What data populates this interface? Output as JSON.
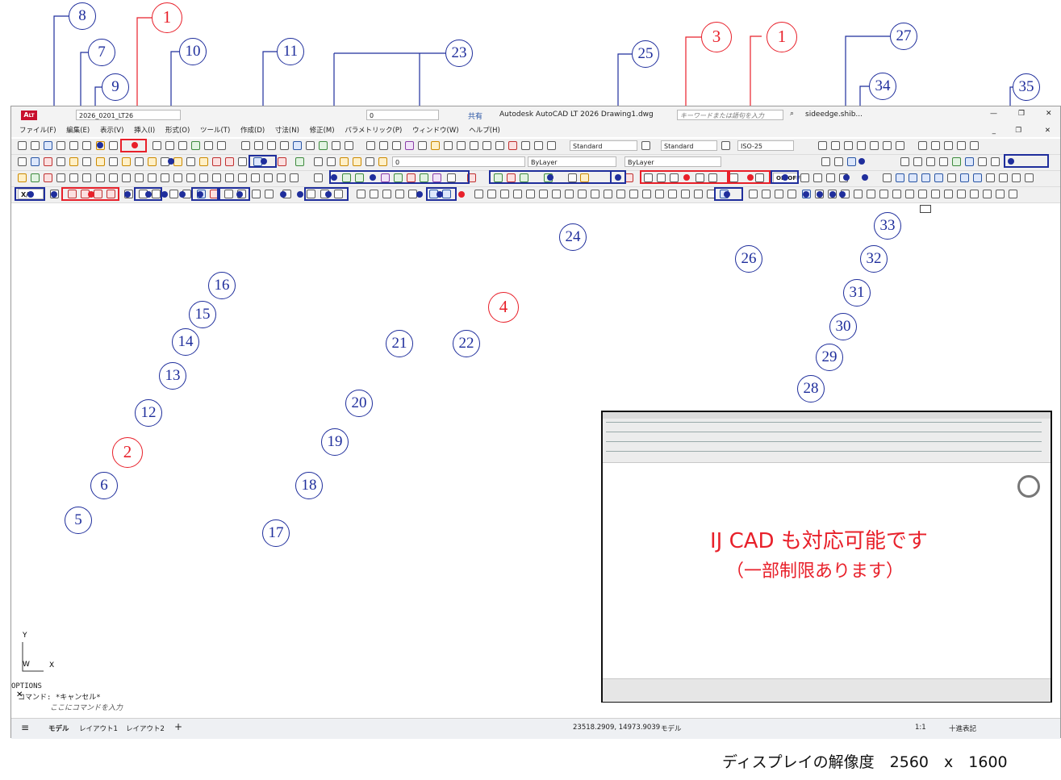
{
  "titlebar": {
    "app_badge": "A",
    "badge_sub": "LT",
    "file_combo": "2026_0201_LT26",
    "layer_value": "0",
    "share_label": "共有",
    "title": "Autodesk AutoCAD LT 2026   Drawing1.dwg",
    "search_placeholder": "キーワードまたは語句を入力",
    "user": "sideedge.shib...",
    "minimize": "—",
    "restore": "❐",
    "close": "✕",
    "doc_minimize": "_",
    "doc_restore": "❐",
    "doc_close": "✕"
  },
  "menus": [
    "ファイル(F)",
    "編集(E)",
    "表示(V)",
    "挿入(I)",
    "形式(O)",
    "ツール(T)",
    "作成(D)",
    "寸法(N)",
    "修正(M)",
    "パラメトリック(P)",
    "ウィンドウ(W)",
    "ヘルプ(H)"
  ],
  "toolbar1": {
    "text_style": "Standard",
    "dim_style": "Standard",
    "dim_scale": "ISO-25"
  },
  "toolbar2": {
    "layer": "0",
    "color": "ByLayer",
    "linetype": "ByLayer"
  },
  "toolbar3": {
    "onoff": "ON/OFF"
  },
  "toolbar4": {
    "xy": "X/Y"
  },
  "ucs": {
    "y": "Y",
    "w": "W",
    "x": "X"
  },
  "command": {
    "history1": "OPTIONS",
    "history2": "コマンド: *キャンセル*",
    "prompt": "ここにコマンドを入力"
  },
  "tabs": [
    "モデル",
    "レイアウト1",
    "レイアウト2"
  ],
  "tab_add": "+",
  "status": {
    "coords": "23518.2909, 14973.9039",
    "space": "モデル",
    "scale": "1:1",
    "decimal": "十進表記"
  },
  "callouts_blue": [
    "5",
    "6",
    "7",
    "8",
    "9",
    "10",
    "11",
    "12",
    "13",
    "14",
    "15",
    "16",
    "17",
    "18",
    "19",
    "20",
    "21",
    "22",
    "23",
    "24",
    "25",
    "26",
    "27",
    "28",
    "29",
    "30",
    "31",
    "32",
    "33",
    "34",
    "35"
  ],
  "callouts_red": [
    "1",
    "1",
    "2",
    "3",
    "4"
  ],
  "inset": {
    "note_line1": "IJ CAD  も対応可能です",
    "note_line2": "（一部制限あります）"
  },
  "resolution_text": "ディスプレイの解像度　2560　x　1600",
  "colors": {
    "callout_blue": "#1f2e9c",
    "callout_red": "#e8202a"
  }
}
